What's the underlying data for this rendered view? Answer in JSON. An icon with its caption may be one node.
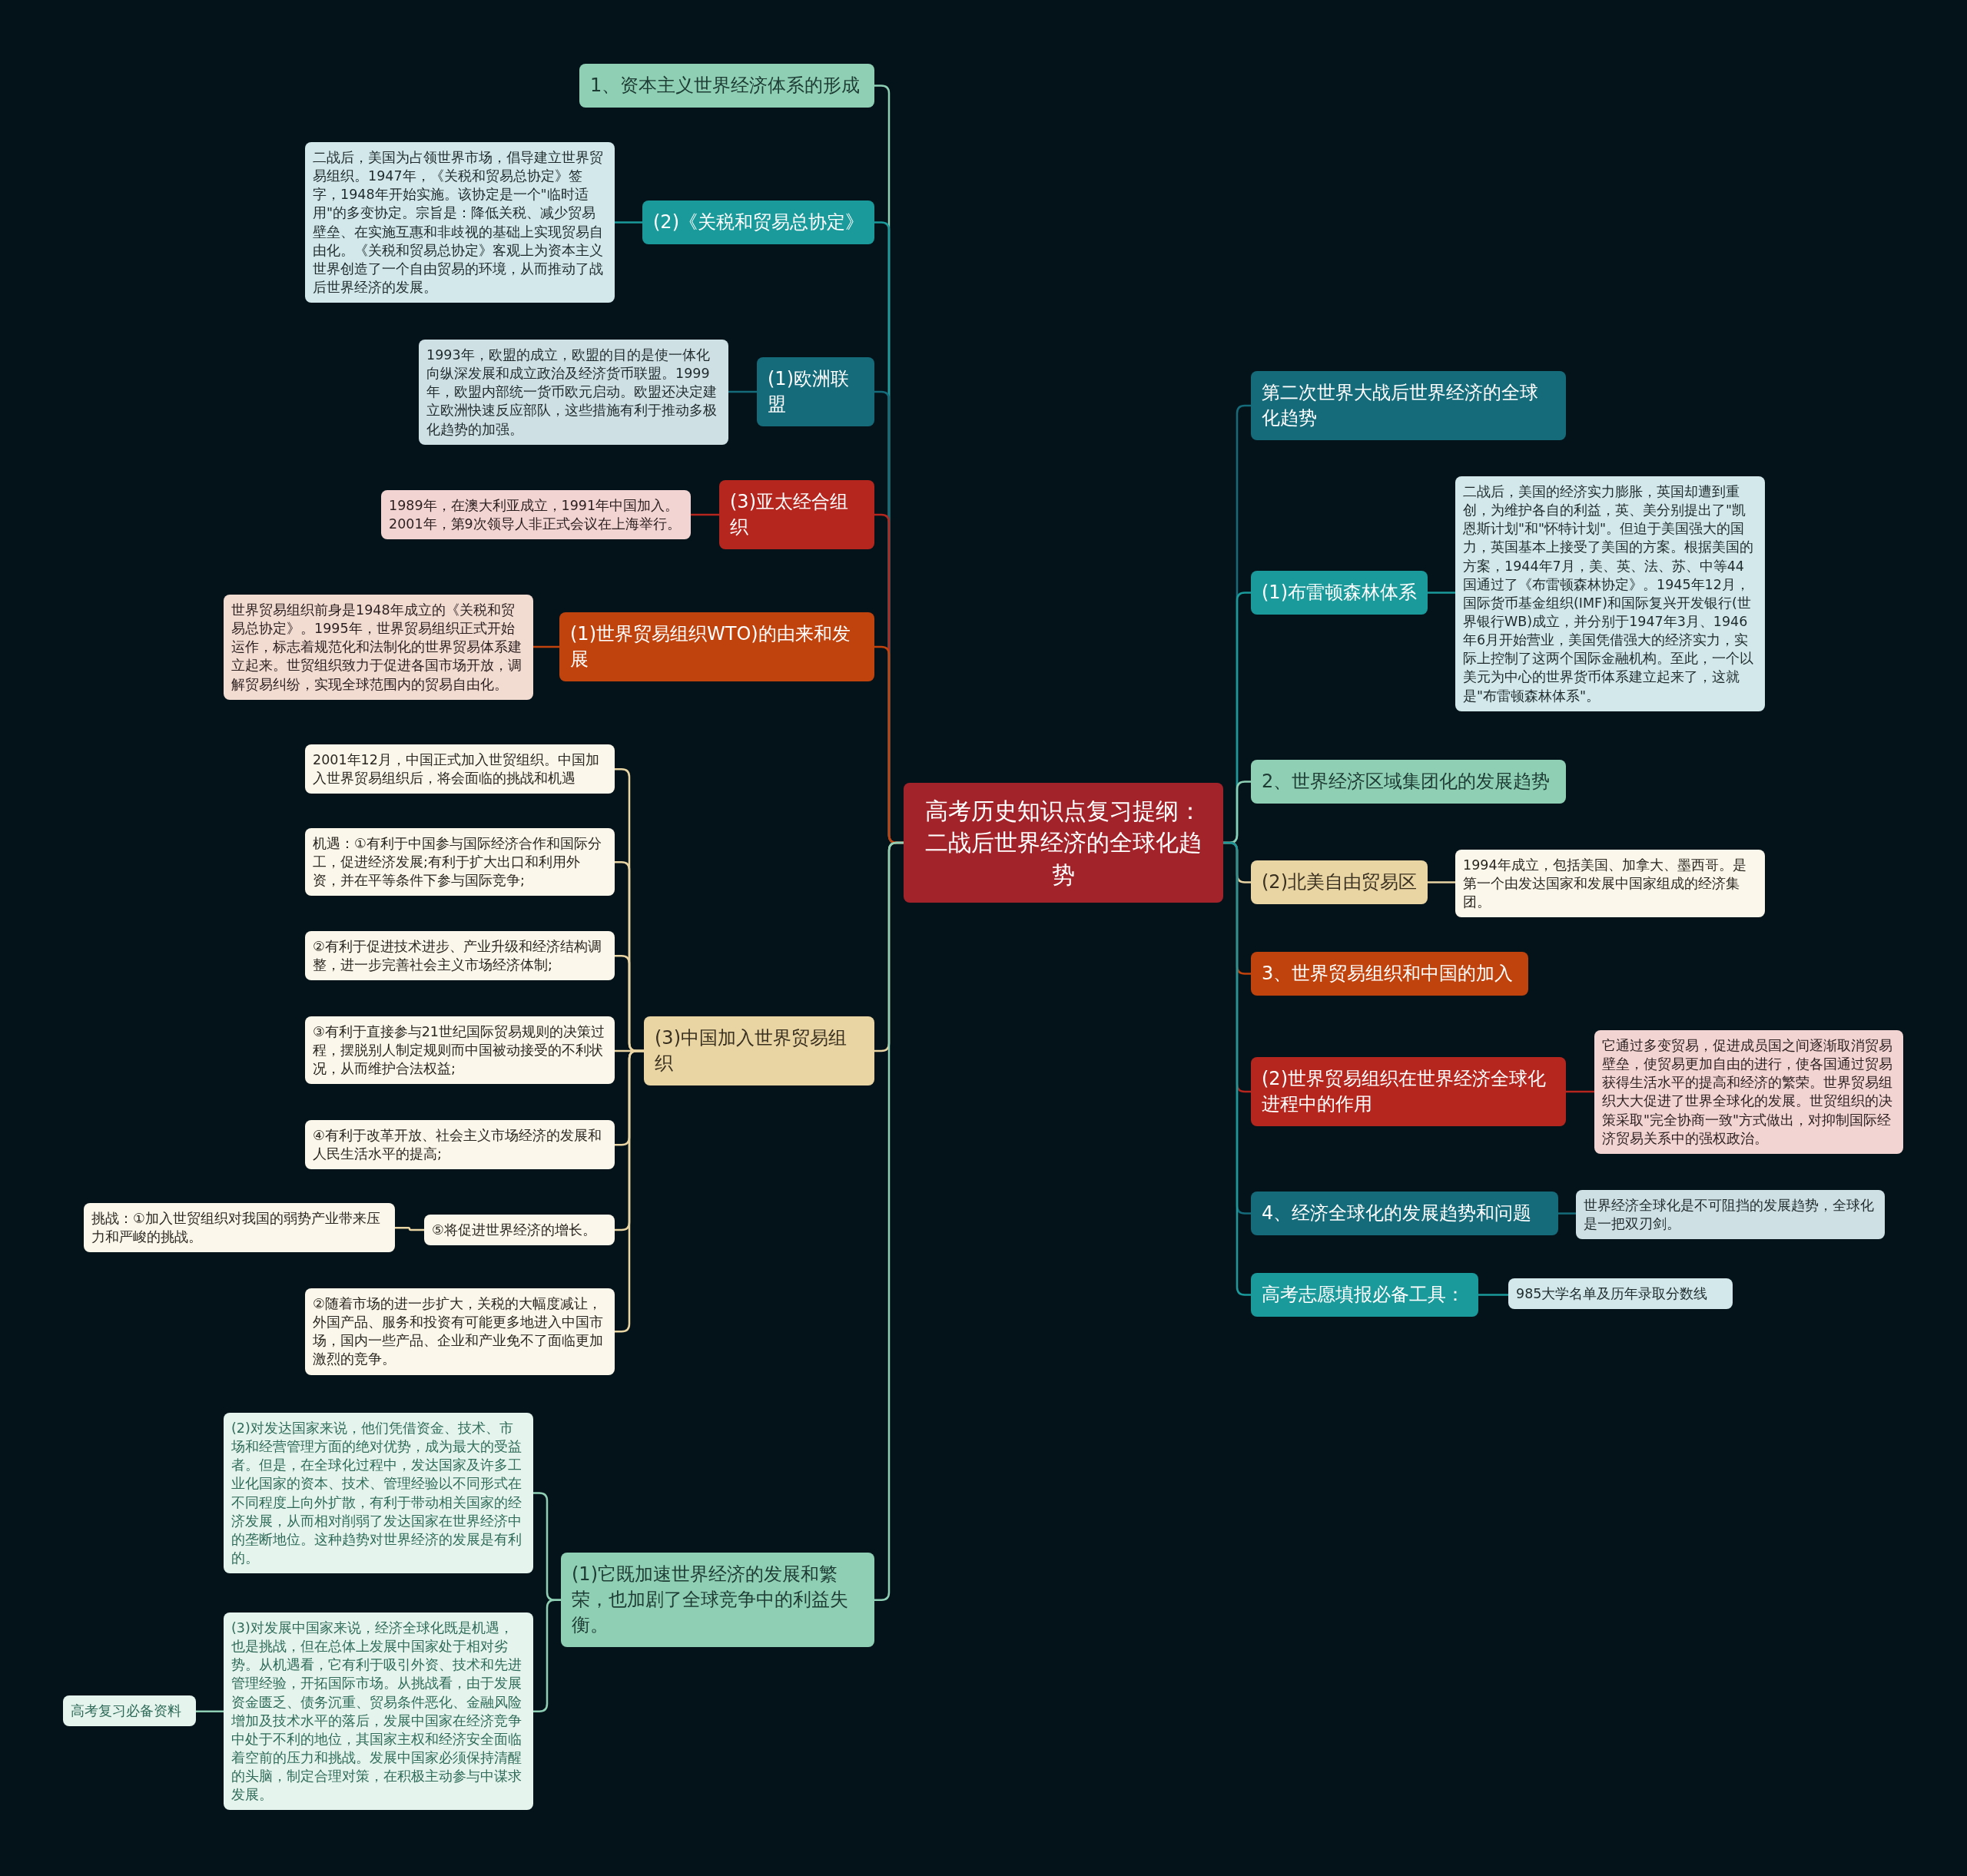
{
  "diagram": {
    "nodes": [
      {
        "text": [
          "高考历史知识点复习提纲：二战后世界经济的全球化趋势"
        ]
      },
      {
        "text": [
          "1、资本主义世界经济体系的形成"
        ]
      },
      {
        "text": [
          "(2)《关税和贸易总协定》"
        ]
      },
      {
        "text": [
          "二战后，美国为占领世界市场，倡导建立世界贸易组织。1947年，《关税和贸易总协定》签字，1948年开始实施。该协定是一个\"临时适用\"的多变协定。宗旨是：降低关税、减少贸易壁垒、在实施互惠和非歧视的基础上实现贸易自由化。《关税和贸易总协定》客观上为资本主义世界创造了一个自由贸易的环境，从而推动了战后世界经济的发展。"
        ]
      },
      {
        "text": [
          "(1)欧洲联盟"
        ]
      },
      {
        "text": [
          "1993年，欧盟的成立，欧盟的目的是使一体化向纵深发展和成立政治及经济货币联盟。1999年，欧盟内部统一货币欧元启动。欧盟还决定建立欧洲快速反应部队，这些措施有利于推动多极化趋势的加强。"
        ]
      },
      {
        "text": [
          "(3)亚太经合组织"
        ]
      },
      {
        "text": [
          "1989年，在澳大利亚成立，1991年中国加入。2001年，第9次领导人非正式会议在上海举行。"
        ]
      },
      {
        "text": [
          "(1)世界贸易组织WTO)的由来和发展"
        ]
      },
      {
        "text": [
          "世界贸易组织前身是1948年成立的《关税和贸易总协定》。1995年，世界贸易组织正式开始运作，标志着规范化和法制化的世界贸易体系建立起来。世贸组织致力于促进各国市场开放，调解贸易纠纷，实现全球范围内的贸易自由化。"
        ]
      },
      {
        "text": [
          "(3)中国加入世界贸易组织"
        ]
      },
      {
        "text": [
          "2001年12月，中国正式加入世贸组织。中国加入世界贸易组织后，将会面临的挑战和机遇"
        ]
      },
      {
        "text": [
          "机遇：①有利于中国参与国际经济合作和国际分工，促进经济发展;有利于扩大出口和利用外资，并在平等条件下参与国际竞争;"
        ]
      },
      {
        "text": [
          "②有利于促进技术进步、产业升级和经济结构调整，进一步完善社会主义市场经济体制;"
        ]
      },
      {
        "text": [
          "③有利于直接参与21世纪国际贸易规则的决策过程，摆脱别人制定规则而中国被动接受的不利状况，从而维护合法权益;"
        ]
      },
      {
        "text": [
          "④有利于改革开放、社会主义市场经济的发展和人民生活水平的提高;"
        ]
      },
      {
        "text": [
          "⑤将促进世界经济的增长。"
        ]
      },
      {
        "text": [
          "挑战：①加入世贸组织对我国的弱势产业带来压力和严峻的挑战。"
        ]
      },
      {
        "text": [
          "②随着市场的进一步扩大，关税的大幅度减让，外国产品、服务和投资有可能更多地进入中国市场，国内一些产品、企业和产业免不了面临更加激烈的竞争。"
        ]
      },
      {
        "text": [
          "(1)它既加速世界经济的发展和繁荣，也加剧了全球竞争中的利益失衡。"
        ]
      },
      {
        "text": [
          "(2)对发达国家来说，他们凭借资金、技术、市场和经营管理方面的绝对优势，成为最大的受益者。但是，在全球化过程中，发达国家及许多工业化国家的资本、技术、管理经验以不同形式在不同程度上向外扩散，有利于带动相关国家的经济发展，从而相对削弱了发达国家在世界经济中的垄断地位。这种趋势对世界经济的发展是有利的。"
        ]
      },
      {
        "text": [
          "(3)对发展中国家来说，经济全球化既是机遇，也是挑战，但在总体上发展中国家处于相对劣势。从机遇看，它有利于吸引外资、技术和先进管理经验，开拓国际市场。从挑战看，由于发展资金匮乏、债务沉重、贸易条件恶化、金融风险增加及技术水平的落后，发展中国家在经济竞争中处于不利的地位，其国家主权和经济安全面临着空前的压力和挑战。发展中国家必须保持清醒的头脑，制定合理对策，在积极主动参与中谋求发展。"
        ]
      },
      {
        "text": [
          "高考复习必备资料"
        ]
      },
      {
        "text": [
          "第二次世界大战后世界经济的全球化趋势"
        ]
      },
      {
        "text": [
          "(1)布雷顿森林体系"
        ]
      },
      {
        "text": [
          "二战后，美国的经济实力膨胀，英国却遭到重创，为维护各自的利益，英、美分别提出了\"凯恩斯计划\"和\"怀特计划\"。但迫于美国强大的国力，英国基本上接受了美国的方案。根据美国的方案，1944年7月，美、英、法、苏、中等44国通过了《布雷顿森林协定》。1945年12月，国际货币基金组织(IMF)和国际复兴开发银行(世界银行WB)成立，并分别于1947年3月、1946年6月开始营业，美国凭借强大的经济实力，实际上控制了这两个国际金融机构。至此，一个以美元为中心的世界货币体系建立起来了，这就是\"布雷顿森林体系\"。"
        ]
      },
      {
        "text": [
          "2、世界经济区域集团化的发展趋势"
        ]
      },
      {
        "text": [
          "(2)北美自由贸易区"
        ]
      },
      {
        "text": [
          "1994年成立，包括美国、加拿大、墨西哥。是第一个由发达国家和发展中国家组成的经济集团。"
        ]
      },
      {
        "text": [
          "3、世界贸易组织和中国的加入"
        ]
      },
      {
        "text": [
          "(2)世界贸易组织在世界经济全球化进程中的作用"
        ]
      },
      {
        "text": [
          "它通过多变贸易，促进成员国之间逐渐取消贸易壁垒，使贸易更加自由的进行，使各国通过贸易获得生活水平的提高和经济的繁荣。世界贸易组织大大促进了世界全球化的发展。世贸组织的决策采取\"完全协商一致\"方式做出，对抑制国际经济贸易关系中的强权政治。"
        ]
      },
      {
        "text": [
          "4、经济全球化的发展趋势和问题"
        ]
      },
      {
        "text": [
          "世界经济全球化是不可阻挡的发展趋势，全球化是一把双刃剑。"
        ]
      },
      {
        "text": [
          "高考志愿填报必备工具："
        ]
      },
      {
        "text": [
          "985大学名单及历年录取分数线"
        ]
      }
    ],
    "edges": [
      {
        "from": 0,
        "to": 1,
        "arrow": "none",
        "color": "#8fd0b5"
      },
      {
        "from": 0,
        "to": 2,
        "arrow": "none",
        "color": "#1a9a9a"
      },
      {
        "from": 2,
        "to": 3,
        "arrow": "none",
        "color": "#1a9a9a"
      },
      {
        "from": 0,
        "to": 4,
        "arrow": "none",
        "color": "#156b7a"
      },
      {
        "from": 4,
        "to": 5,
        "arrow": "none",
        "color": "#156b7a"
      },
      {
        "from": 0,
        "to": 6,
        "arrow": "none",
        "color": "#b5261e"
      },
      {
        "from": 6,
        "to": 7,
        "arrow": "none",
        "color": "#b5261e"
      },
      {
        "from": 0,
        "to": 8,
        "arrow": "none",
        "color": "#c0420c"
      },
      {
        "from": 8,
        "to": 9,
        "arrow": "none",
        "color": "#c0420c"
      },
      {
        "from": 0,
        "to": 10,
        "arrow": "none",
        "color": "#e9d5a3"
      },
      {
        "from": 10,
        "to": 11,
        "arrow": "none",
        "color": "#e9d5a3"
      },
      {
        "from": 10,
        "to": 12,
        "arrow": "none",
        "color": "#e9d5a3"
      },
      {
        "from": 10,
        "to": 13,
        "arrow": "none",
        "color": "#e9d5a3"
      },
      {
        "from": 10,
        "to": 14,
        "arrow": "none",
        "color": "#e9d5a3"
      },
      {
        "from": 10,
        "to": 15,
        "arrow": "none",
        "color": "#e9d5a3"
      },
      {
        "from": 10,
        "to": 16,
        "arrow": "none",
        "color": "#e9d5a3"
      },
      {
        "from": 16,
        "to": 17,
        "arrow": "none",
        "color": "#e9d5a3"
      },
      {
        "from": 10,
        "to": 18,
        "arrow": "none",
        "color": "#e9d5a3"
      },
      {
        "from": 0,
        "to": 19,
        "arrow": "none",
        "color": "#8fd0b5"
      },
      {
        "from": 19,
        "to": 20,
        "arrow": "none",
        "color": "#8fd0b5"
      },
      {
        "from": 19,
        "to": 21,
        "arrow": "none",
        "color": "#8fd0b5"
      },
      {
        "from": 21,
        "to": 22,
        "arrow": "none",
        "color": "#8fd0b5"
      },
      {
        "from": 0,
        "to": 23,
        "arrow": "none",
        "color": "#156b7a"
      },
      {
        "from": 0,
        "to": 24,
        "arrow": "none",
        "color": "#1a9a9a"
      },
      {
        "from": 24,
        "to": 25,
        "arrow": "none",
        "color": "#1a9a9a"
      },
      {
        "from": 0,
        "to": 26,
        "arrow": "none",
        "color": "#8fd0b5"
      },
      {
        "from": 0,
        "to": 27,
        "arrow": "none",
        "color": "#e9d5a3"
      },
      {
        "from": 27,
        "to": 28,
        "arrow": "none",
        "color": "#e9d5a3"
      },
      {
        "from": 0,
        "to": 29,
        "arrow": "none",
        "color": "#c0420c"
      },
      {
        "from": 0,
        "to": 30,
        "arrow": "none",
        "color": "#b5261e"
      },
      {
        "from": 30,
        "to": 31,
        "arrow": "none",
        "color": "#b5261e"
      },
      {
        "from": 0,
        "to": 32,
        "arrow": "none",
        "color": "#156b7a"
      },
      {
        "from": 32,
        "to": 33,
        "arrow": "none",
        "color": "#156b7a"
      },
      {
        "from": 0,
        "to": 34,
        "arrow": "none",
        "color": "#1a9a9a"
      },
      {
        "from": 34,
        "to": 35,
        "arrow": "none",
        "color": "#1a9a9a"
      }
    ]
  }
}
